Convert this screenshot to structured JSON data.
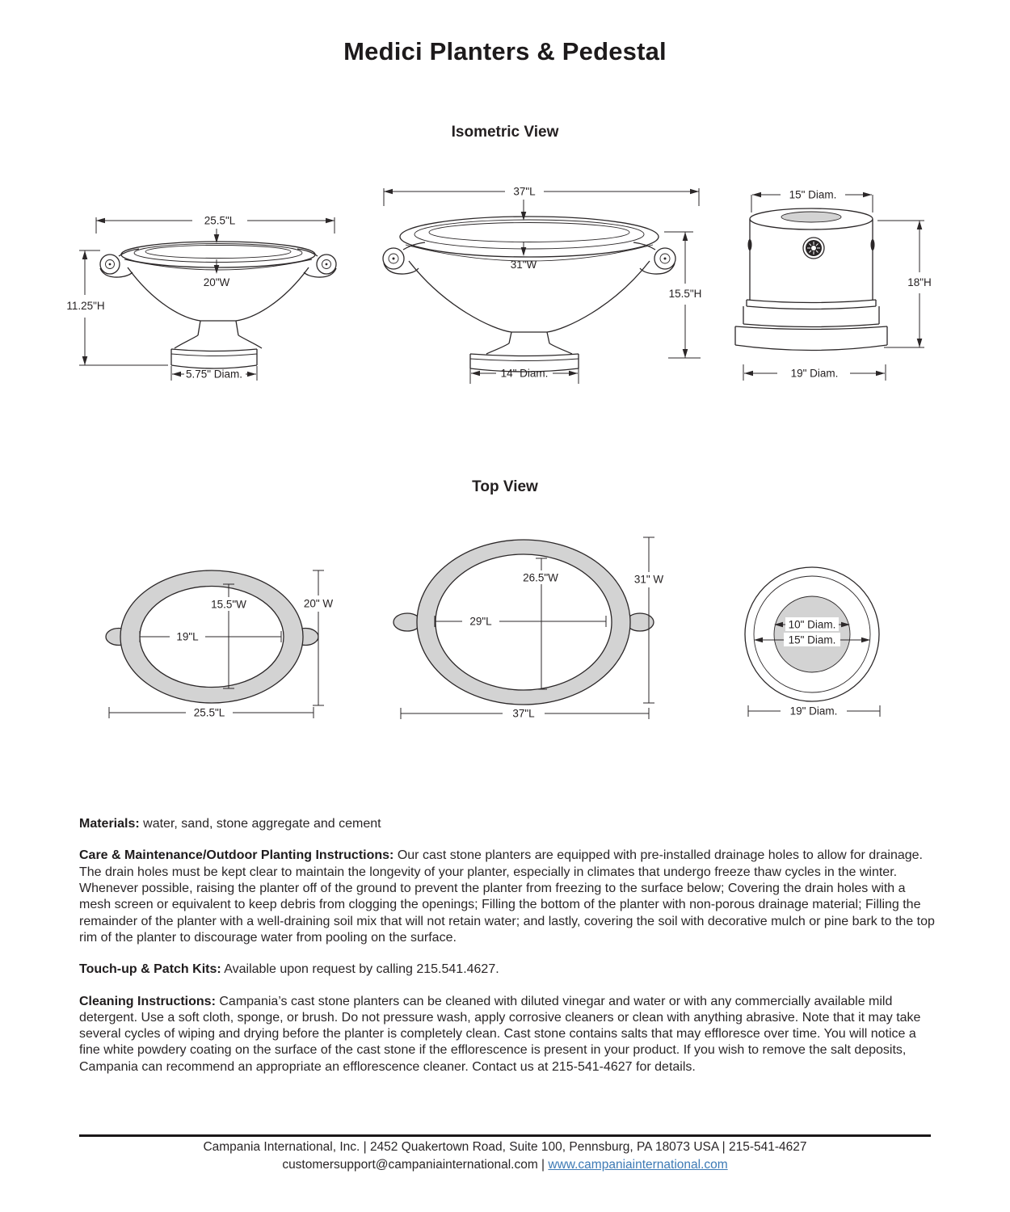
{
  "title": "Medici Planters & Pedestal",
  "iso": {
    "heading": "Isometric View",
    "small": {
      "l": "25.5\"L",
      "w": "20\"W",
      "h": "11.25\"H",
      "base": "5.75\" Diam."
    },
    "large": {
      "l": "37\"L",
      "w": "31\"W",
      "h": "15.5\"H",
      "base": "14\" Diam."
    },
    "pedestal": {
      "top": "15\" Diam.",
      "h": "18\"H",
      "base": "19\" Diam."
    }
  },
  "top": {
    "heading": "Top View",
    "small": {
      "iw": "15.5\"W",
      "il": "19\"L",
      "ow": "20\" W",
      "ol": "25.5\"L"
    },
    "large": {
      "iw": "26.5\"W",
      "il": "29\"L",
      "ow": "31\" W",
      "ol": "37\"L"
    },
    "pedestal": {
      "hole": "10\" Diam.",
      "top": "15\" Diam.",
      "base": "19\" Diam."
    }
  },
  "info": {
    "materials": {
      "label": "Materials:",
      "text": "water, sand, stone aggregate and cement"
    },
    "care": {
      "label": "Care & Maintenance/Outdoor Planting Instructions:",
      "text": "Our cast stone planters are equipped with pre-installed drainage holes to allow for drainage. The drain holes must be kept clear to maintain the longevity of your planter, especially in climates that undergo freeze thaw cycles in the winter.  Whenever possible, raising the planter off of the ground to prevent the planter from freezing to the surface below; Covering the drain holes with a mesh screen or equivalent to keep debris from clogging the openings; Filling the bottom of the planter with non-porous drainage material; Filling the remainder of the planter with a well-draining soil mix that will not retain water; and lastly, covering the soil with decorative mulch or pine bark to the top rim of the planter to discourage water from pooling on the surface."
    },
    "touchup": {
      "label": "Touch-up & Patch Kits:",
      "text": "Available upon request by calling 215.541.4627."
    },
    "cleaning": {
      "label": "Cleaning Instructions:",
      "text": "Campania’s cast stone planters can be cleaned with diluted vinegar and water or with any commercially available mild detergent. Use a soft cloth, sponge, or brush. Do not pressure wash, apply corrosive cleaners or clean with anything abrasive. Note that it may take several cycles of wiping and drying before the planter is completely clean. Cast stone contains salts that may effloresce over time. You will notice a fine white powdery coating on the surface of the cast stone if the efflorescence is present in your product. If you wish to remove the salt deposits, Campania can recommend an appropriate an efflorescence cleaner. Contact us at 215-541-4627 for details."
    }
  },
  "footer": {
    "line1": "Campania International, Inc. | 2452 Quakertown Road, Suite 100, Pennsburg, PA 18073 USA | 215-541-4627",
    "email": "customersupport@campaniainternational.com",
    "separator": "|",
    "website": "www.campaniainternational.com"
  },
  "colors": {
    "text": "#231f20",
    "link_blue": "#3d7ab5",
    "drawing_gray_fill": "#d3d3d3",
    "line": "#2b2728"
  }
}
